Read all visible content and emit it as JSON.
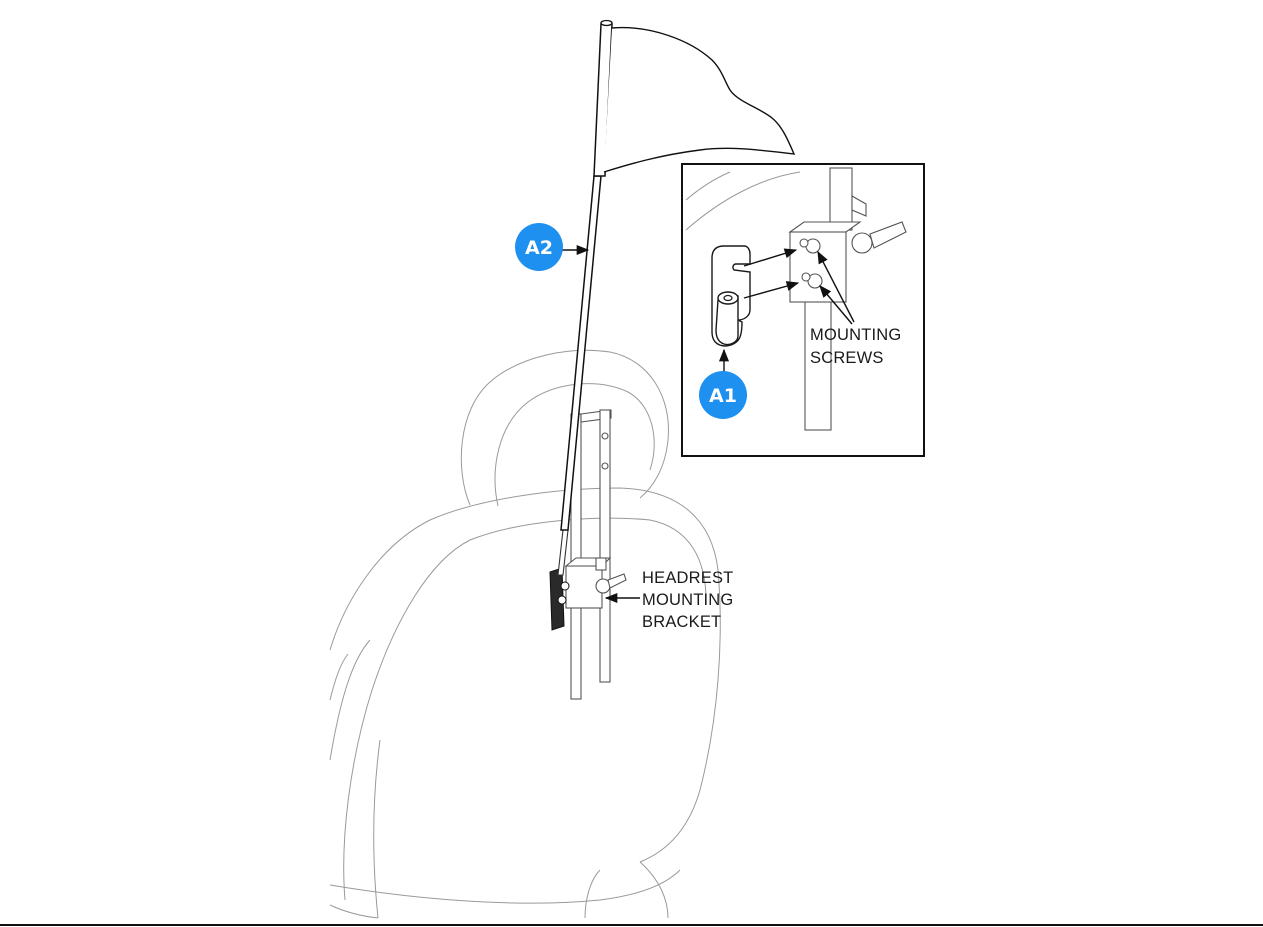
{
  "callouts": {
    "a1": "A1",
    "a2": "A2"
  },
  "labels": {
    "mounting_screws": [
      "MOUNTING",
      "SCREWS"
    ],
    "headrest_bracket": [
      "HEADREST",
      "MOUNTING",
      "BRACKET"
    ]
  },
  "colors": {
    "badge": "#1e90f0",
    "line": "#111111"
  }
}
